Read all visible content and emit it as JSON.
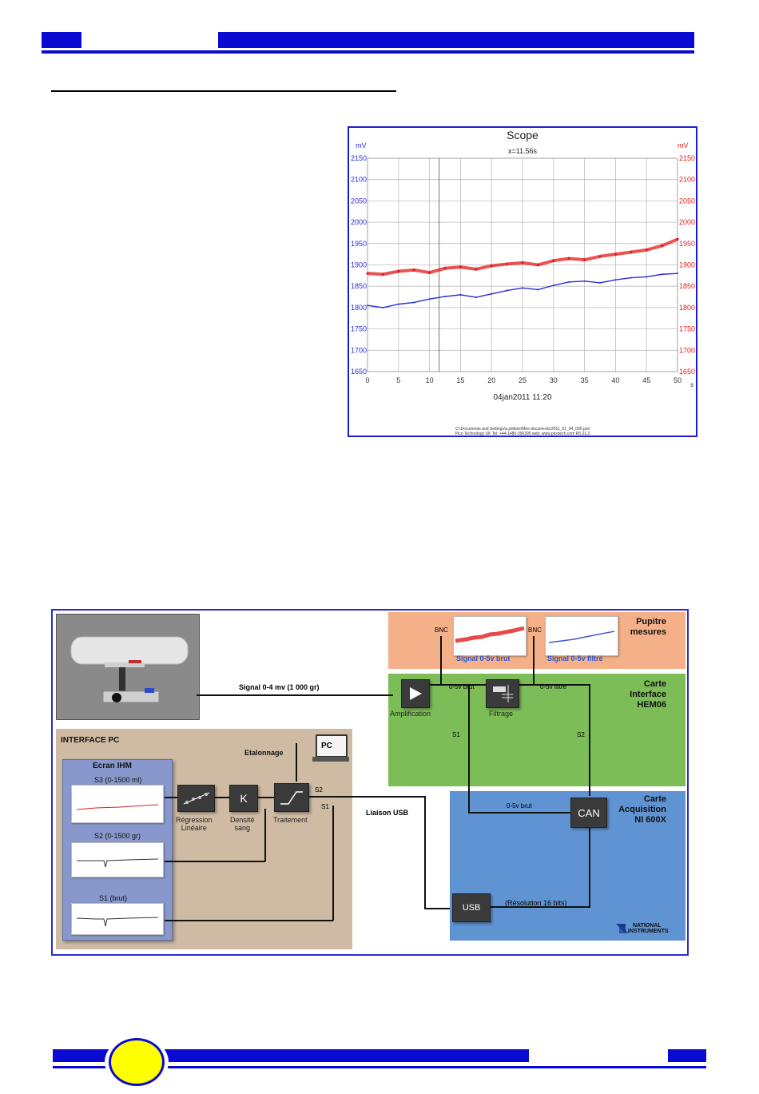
{
  "scope": {
    "title": "Scope",
    "cursor": "x=11.56s",
    "unit_left": "mV",
    "unit_right": "mV",
    "x_unit": "s",
    "timestamp": "04jan2011  11:20",
    "footer1": "C:\\Documents and Settings\\a.jolibois\\Mes documents\\2011_01_04_005.psd",
    "footer2": "Pico Technology UK  Tel: +44-1480-396395  web: www.picotech.com R5.21.2"
  },
  "chart_data": {
    "type": "line",
    "title": "Scope",
    "xlabel": "s",
    "ylabel": "mV",
    "xlim": [
      0,
      50
    ],
    "ylim": [
      1650,
      2150
    ],
    "x_ticks": [
      "0",
      "5",
      "10",
      "15",
      "20",
      "25",
      "30",
      "35",
      "40",
      "45",
      "50"
    ],
    "y_ticks": [
      "2150",
      "2100",
      "2050",
      "2000",
      "1950",
      "1900",
      "1850",
      "1800",
      "1750",
      "1700",
      "1650"
    ],
    "grid": true,
    "cursor_x": 11.56,
    "x": [
      0,
      2.5,
      5,
      7.5,
      10,
      12.5,
      15,
      17.5,
      20,
      22.5,
      25,
      27.5,
      30,
      32.5,
      35,
      37.5,
      40,
      42.5,
      45,
      47.5,
      50
    ],
    "series": [
      {
        "color": "#e31b1b",
        "values": [
          1880,
          1878,
          1885,
          1888,
          1882,
          1892,
          1895,
          1890,
          1898,
          1902,
          1905,
          1900,
          1910,
          1915,
          1912,
          1920,
          1925,
          1930,
          1935,
          1945,
          1960
        ]
      },
      {
        "color": "#2b2bd9",
        "values": [
          1805,
          1800,
          1808,
          1812,
          1820,
          1826,
          1830,
          1824,
          1832,
          1840,
          1846,
          1842,
          1852,
          1860,
          1862,
          1858,
          1865,
          1870,
          1872,
          1878,
          1880
        ]
      }
    ]
  },
  "diagram": {
    "pupitre": "Pupitre\nmesures",
    "bnc1": "BNC",
    "bnc2": "BNC",
    "sig_brut": "Signal 0-5v brut",
    "sig_filtre": "Signal 0-5v filtré",
    "carte_interface": "Carte\nInterface\nHEM06",
    "signal_in": "Signal 0-4 mv (1 000 gr)",
    "ampli": "Amplification",
    "brut_label": "0-5v brut",
    "filtrage": "Filtrage",
    "filtre_label": "0-5v filtré",
    "s1": "S1",
    "s2": "S2",
    "carte_acq": "Carte\nAcquisition\nNI 600X",
    "can": "CAN",
    "brut_label2": "0-5v brut",
    "usb": "USB",
    "resolution": "(Résolution 16 bits)",
    "liaison_usb": "Liaison USB",
    "ni_logo_line1": "NATIONAL",
    "ni_logo_line2": "INSTRUMENTS",
    "interface_pc": "INTERFACE PC",
    "etalonnage": "Etalonnage",
    "pc": "PC",
    "ecran_ihm": "Ecran IHM",
    "s3_label": "S3 (0-1500 ml)",
    "s2_label": "S2 (0-1500 gr)",
    "s1_label": "S1 (brut)",
    "regression": "Régression\nLinéaire",
    "k": "K",
    "densite": "Densité\nsang",
    "traitement": "Traitement",
    "pc_s2": "S2",
    "pc_s1": "S1"
  }
}
